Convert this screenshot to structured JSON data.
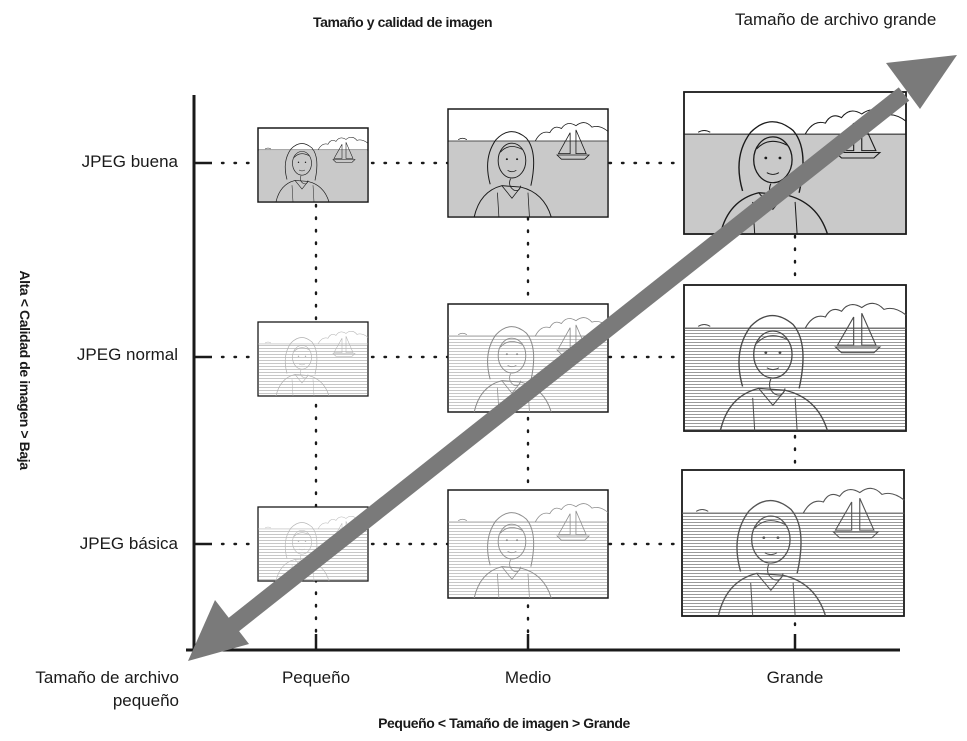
{
  "title": "Tamaño y calidad de imagen",
  "arrow_labels": {
    "large": "Tamaño de archivo grande",
    "small_line1": "Tamaño de archivo",
    "small_line2": "pequeño"
  },
  "y_axis": {
    "title": "Alta < Calidad de imagen > Baja",
    "levels": [
      "JPEG buena",
      "JPEG normal",
      "JPEG básica"
    ]
  },
  "x_axis": {
    "title": "Pequeño < Tamaño de imagen > Grande",
    "sizes": [
      "Pequeño",
      "Medio",
      "Grande"
    ]
  },
  "colors": {
    "arrow": "#7a7a7a",
    "axis": "#1a1a1a",
    "thumb_fine_fill": "#c9c9c9",
    "thumb_faded_stroke": "#a8a8a8"
  }
}
